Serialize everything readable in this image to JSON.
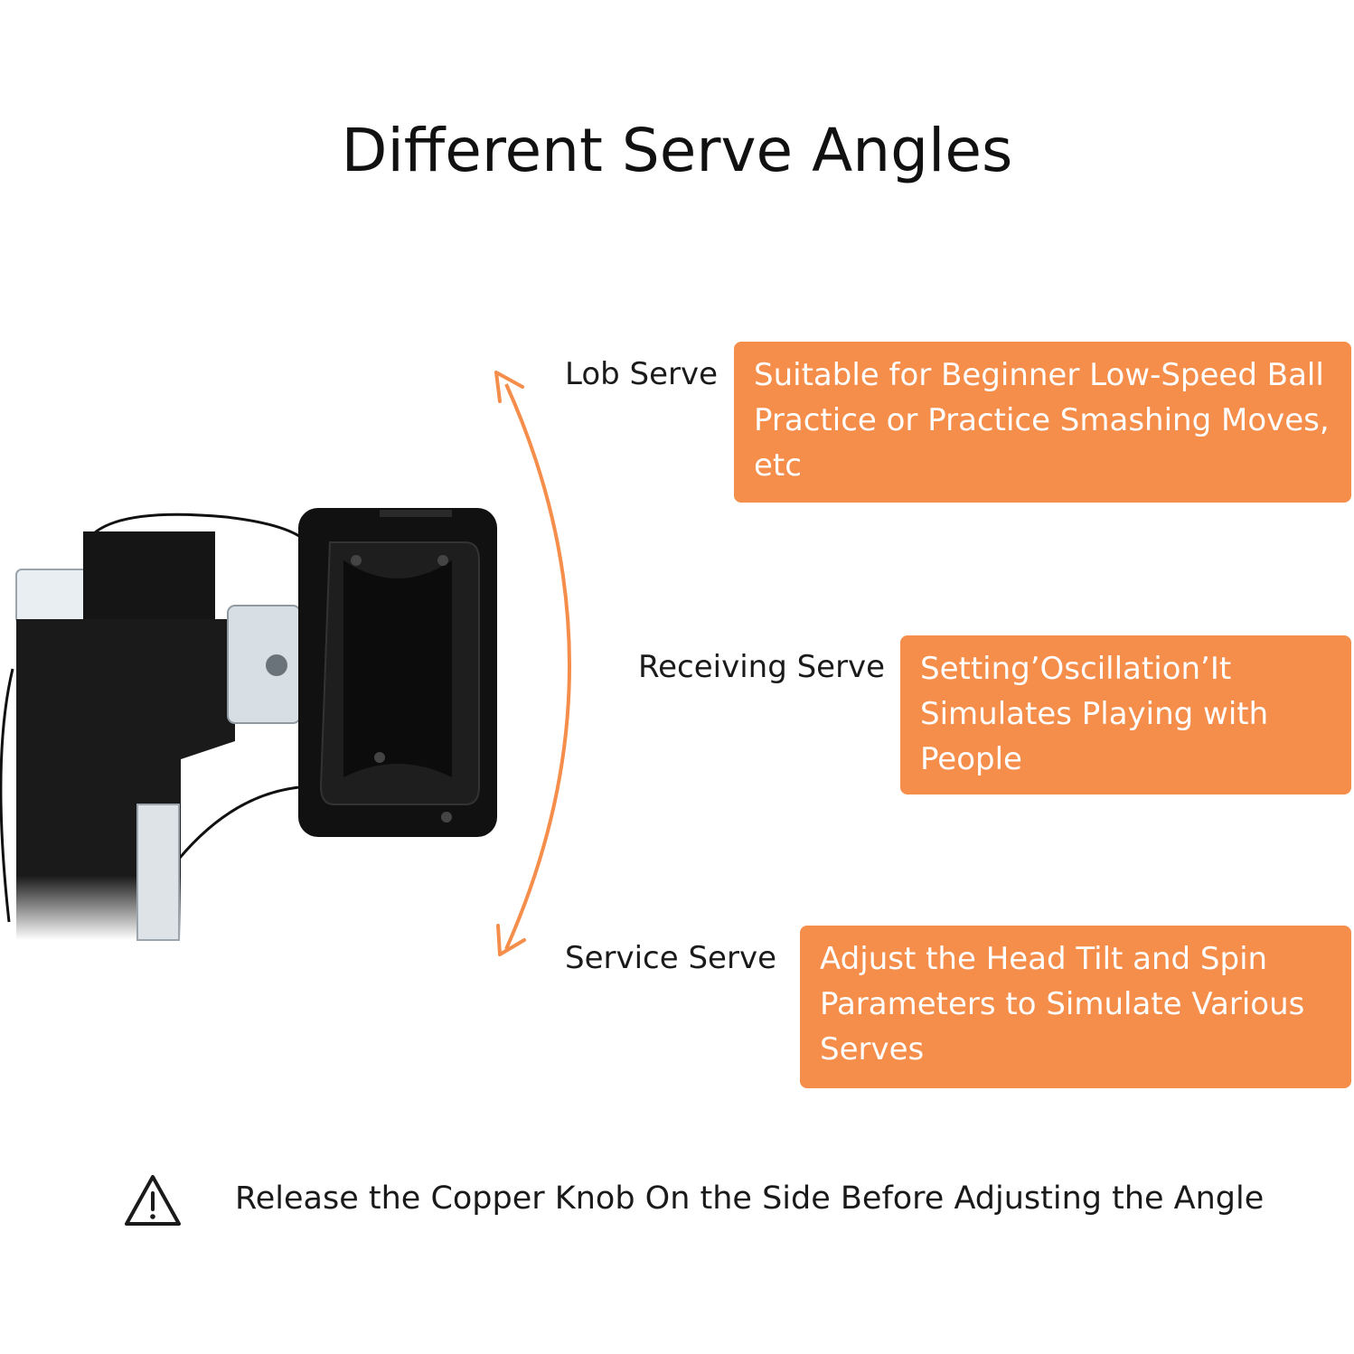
{
  "title": "Different Serve Angles",
  "accent_color": "#f58d4b",
  "serves": [
    {
      "label": "Lob Serve",
      "description": "Suitable for Beginner Low-Speed Ball Practice or Practice Smashing Moves, etc"
    },
    {
      "label": "Receiving Serve",
      "description": "Setting’Oscillation’It Simulates Playing with People"
    },
    {
      "label": "Service Serve",
      "description": "Adjust the Head Tilt and Spin Parameters to Simulate Various Serves"
    }
  ],
  "note": {
    "icon": "warning-icon",
    "text": "Release the Copper Knob On the Side Before Adjusting the Angle"
  }
}
